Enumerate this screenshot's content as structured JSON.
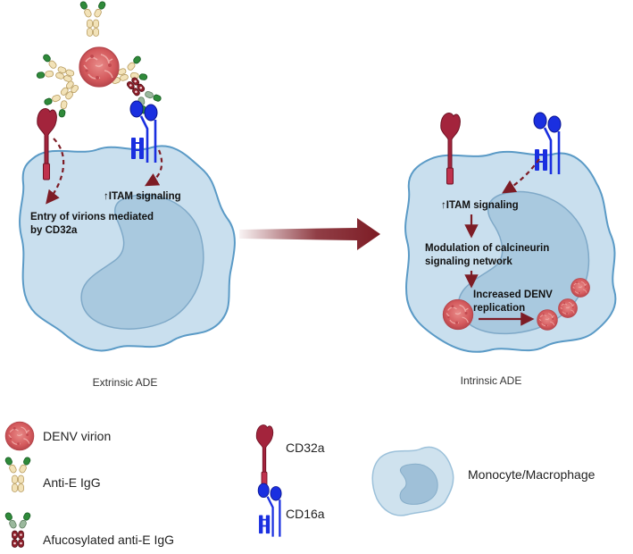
{
  "colors": {
    "cell_fill": "#c9dfee",
    "cell_stroke": "#5a9ac6",
    "nucleus_fill": "#a9c9df",
    "nucleus_stroke": "#7fa9c8",
    "cd32a": "#a3243c",
    "cd16a": "#1a2fe0",
    "arrow": "#7d1c25",
    "virion": "#d9585e"
  },
  "icons": {
    "virion": "virus-icon",
    "igg": "antibody-icon",
    "afucosylated_igg": "afucosylated-antibody-icon",
    "cd32a": "cd32a-receptor-icon",
    "cd16a": "cd16a-receptor-icon",
    "cell": "cell-icon"
  },
  "extrinsic": {
    "label_itam": "↑ITAM signaling",
    "label_entry_1": "Entry of virions mediated",
    "label_entry_2": "by CD32a",
    "caption": "Extrinsic ADE"
  },
  "intrinsic": {
    "label_itam": "↑ITAM signaling",
    "label_modulation_1": "Modulation of calcineurin",
    "label_modulation_2": "signaling network",
    "label_increased_1": "Increased DENV",
    "label_increased_2": "replication",
    "caption": "Intrinsic ADE"
  },
  "legend": {
    "denv_virion": "DENV virion",
    "anti_e_igg": "Anti-E IgG",
    "afucosylated_igg": "Afucosylated anti-E IgG",
    "cd32a": "CD32a",
    "cd16a": "CD16a",
    "monocyte": "Monocyte/Macrophage"
  }
}
